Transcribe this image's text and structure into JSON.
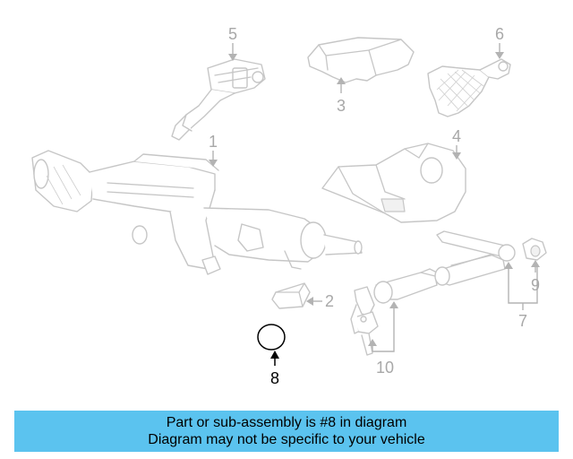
{
  "diagram": {
    "highlighted_part": "8",
    "callouts": {
      "c1": "1",
      "c2": "2",
      "c3": "3",
      "c4": "4",
      "c5": "5",
      "c6": "6",
      "c7": "7",
      "c8": "8",
      "c9": "9",
      "c10": "10"
    },
    "colors": {
      "highlight": "#000000",
      "dimmed_parts": "#c6c6c6",
      "banner_background": "#5bc3ef"
    }
  },
  "banner": {
    "line1": "Part or sub-assembly is #8 in diagram",
    "line2": "Diagram may not be specific to your vehicle"
  }
}
